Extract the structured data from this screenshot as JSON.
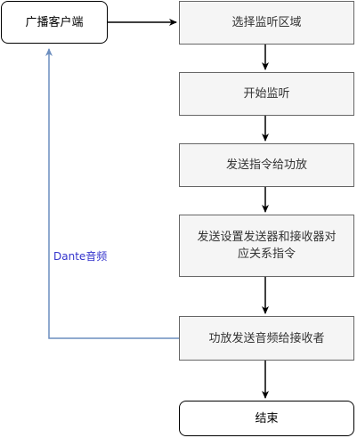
{
  "nodes": {
    "client": "广播客户端",
    "select_zone": "选择监听区域",
    "start_listen": "开始监听",
    "send_cmd_amp": "发送指令给功放",
    "send_cfg_line1": "发送设置发送器和接收器对",
    "send_cfg_line2": "应关系指令",
    "amp_send": "功放发送音频给接收者",
    "end": "结束"
  },
  "edges": {
    "dante_label": "Dante音频"
  },
  "colors": {
    "process_fill": "#f5f5f5",
    "process_stroke": "#666666",
    "dante_edge": "#6c8ebf",
    "dante_label": "#3333cc"
  }
}
